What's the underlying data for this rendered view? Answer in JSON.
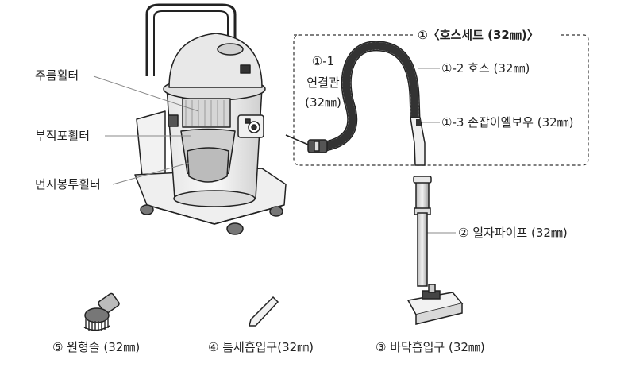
{
  "labels": {
    "hose_set": "①〈호스세트 (32㎜)〉",
    "connector_num": "①-1",
    "connector_name": "연결관",
    "connector_size": "(32㎜)",
    "hose": "①-2 호스 (32㎜)",
    "handle_elbow": "①-3 손잡이엘보우 (32㎜)",
    "wrinkle_filter": "주름휠터",
    "cloth_filter": "부직포휠터",
    "dust_bag_filter": "먼지봉투휠터",
    "straight_pipe": "② 일자파이프 (32㎜)",
    "round_brush": "⑤ 원형솔 (32㎜)",
    "crevice_nozzle": "④ 틈새흡입구(32㎜)",
    "floor_nozzle": "③ 바닥흡입구 (32㎜)"
  },
  "colors": {
    "line": "#222222",
    "body_fill": "#eeeeee",
    "dark": "#555555",
    "filter_fill": "#cfcfcf"
  }
}
